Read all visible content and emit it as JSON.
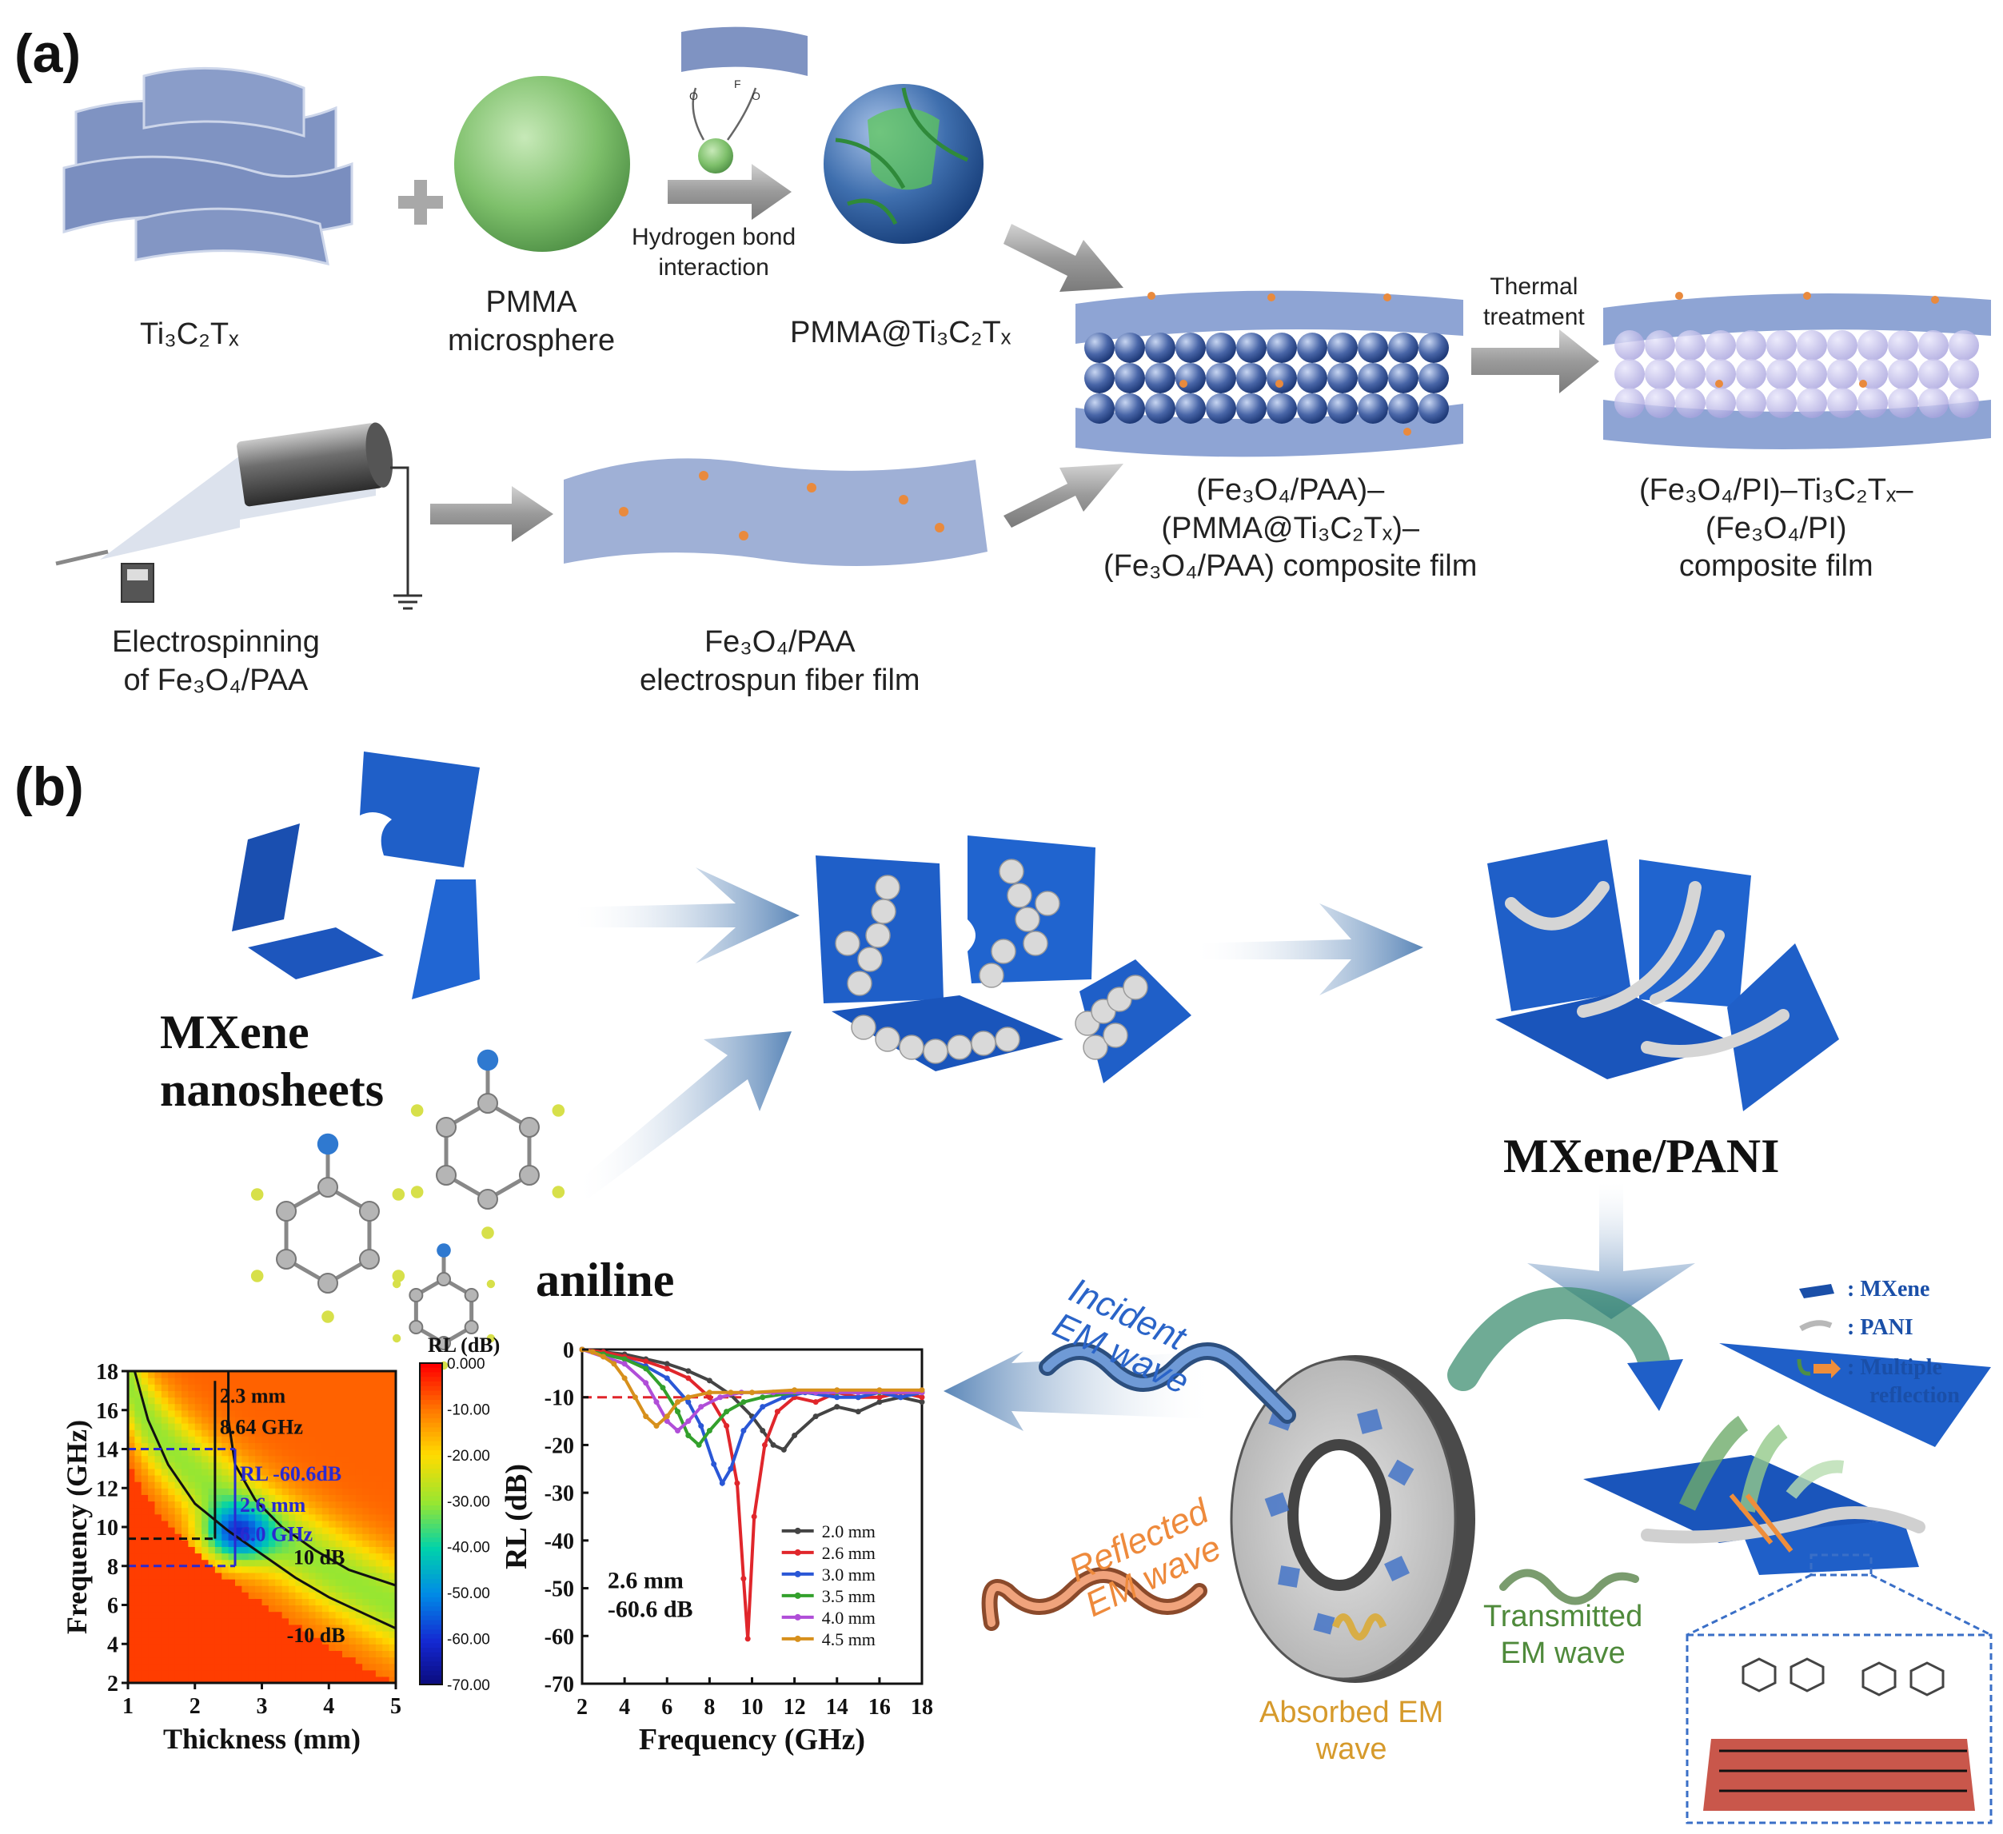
{
  "panel_a": {
    "label": "(a)",
    "ti3c2tx": "Ti₃C₂Tₓ",
    "pmma_line1": "PMMA",
    "pmma_line2": "microsphere",
    "hbond_line1": "Hydrogen bond",
    "hbond_line2": "interaction",
    "pmma_at": "PMMA@Ti₃C₂Tₓ",
    "thermal_line1": "Thermal",
    "thermal_line2": "treatment",
    "comp1_line1": "(Fe₃O₄/PAA)–",
    "comp1_line2": "(PMMA@Ti₃C₂Tₓ)–",
    "comp1_line3": "(Fe₃O₄/PAA) composite film",
    "comp2_line1": "(Fe₃O₄/PI)–Ti₃C₂Tₓ–",
    "comp2_line2": "(Fe₃O₄/PI)",
    "comp2_line3": "composite film",
    "espin_line1": "Electrospinning",
    "espin_line2": "of Fe₃O₄/PAA",
    "fiber_line1": "Fe₃O₄/PAA",
    "fiber_line2": "electrospun fiber film"
  },
  "panel_b": {
    "label": "(b)",
    "mxene_line1": "MXene",
    "mxene_line2": "nanosheets",
    "aniline": "aniline",
    "mxene_pani": "MXene/PANI",
    "incident_line1": "Incident",
    "incident_line2": "EM wave",
    "reflected_line1": "Reflected",
    "reflected_line2": "EM wave",
    "transmitted_line1": "Transmitted",
    "transmitted_line2": "EM wave",
    "absorbed_line1": "Absorbed EM",
    "absorbed_line2": "wave",
    "legend_mxene": ": MXene",
    "legend_pani": ": PANI",
    "legend_multi1": ": Multiple",
    "legend_multi2": "reflection"
  },
  "chart_data": [
    {
      "type": "heatmap",
      "xlabel": "Thickness (mm)",
      "ylabel": "Frequency (GHz)",
      "xlim": [
        1,
        5
      ],
      "ylim": [
        2,
        18
      ],
      "xticks": [
        "1",
        "2",
        "3",
        "4",
        "5"
      ],
      "yticks": [
        "2",
        "4",
        "6",
        "8",
        "10",
        "12",
        "14",
        "16",
        "18"
      ],
      "colorbar_title": "RL (dB)",
      "colorbar_ticks": [
        "0.000",
        "-10.00",
        "-20.00",
        "-30.00",
        "-40.00",
        "-50.00",
        "-60.00",
        "-70.00"
      ],
      "annotations": [
        {
          "text": "2.3 mm",
          "x": 2.3,
          "y": 16.8
        },
        {
          "text": "8.64 GHz",
          "x": 2.3,
          "y": 15.2
        },
        {
          "text": "RL -60.6dB",
          "x": 2.6,
          "y": 12.8
        },
        {
          "text": "2.6 mm",
          "x": 2.6,
          "y": 11.2
        },
        {
          "text": "6.0 GHz",
          "x": 2.6,
          "y": 9.7
        },
        {
          "text": "10 dB",
          "x": 3.4,
          "y": 8.5
        },
        {
          "text": "-10 dB",
          "x": 3.3,
          "y": 4.5
        }
      ],
      "hotspot": {
        "thickness": 2.6,
        "frequency": 9.6,
        "rl": -60.6
      },
      "contour_minus10": [
        [
          1.1,
          18
        ],
        [
          1.3,
          15.5
        ],
        [
          1.6,
          13.2
        ],
        [
          2.0,
          11.2
        ],
        [
          2.5,
          9.8
        ],
        [
          3.0,
          8.6
        ],
        [
          3.5,
          7.4
        ],
        [
          4.0,
          6.4
        ],
        [
          4.5,
          5.6
        ],
        [
          5.0,
          4.8
        ]
      ],
      "contour_inner": [
        [
          2.5,
          18
        ],
        [
          2.5,
          15.5
        ],
        [
          2.6,
          13.2
        ],
        [
          2.9,
          11.4
        ],
        [
          3.3,
          10.0
        ],
        [
          3.8,
          8.8
        ],
        [
          4.3,
          7.8
        ],
        [
          5.0,
          7.0
        ]
      ]
    },
    {
      "type": "line",
      "xlabel": "Frequency (GHz)",
      "ylabel": "RL (dB)",
      "xlim": [
        2,
        18
      ],
      "ylim": [
        -70,
        0
      ],
      "xticks": [
        "2",
        "4",
        "6",
        "8",
        "10",
        "12",
        "14",
        "16",
        "18"
      ],
      "yticks": [
        "0",
        "-10",
        "-20",
        "-30",
        "-40",
        "-50",
        "-60",
        "-70"
      ],
      "reference_line": -10,
      "annotation_line1": "2.6 mm",
      "annotation_line2": "-60.6 dB",
      "series": [
        {
          "name": "2.0 mm",
          "color": "#444444",
          "x": [
            2,
            3,
            4,
            5,
            6,
            7,
            8,
            9,
            10,
            10.5,
            11,
            11.5,
            12,
            13,
            14,
            15,
            16,
            17,
            18
          ],
          "y": [
            0,
            -0.5,
            -1,
            -2,
            -3,
            -4.5,
            -6.5,
            -9.5,
            -14,
            -17,
            -20,
            -21,
            -18,
            -14,
            -12,
            -13,
            -11,
            -10,
            -11
          ]
        },
        {
          "name": "2.6 mm",
          "color": "#e0262b",
          "x": [
            2,
            3,
            4,
            5,
            6,
            7,
            8,
            8.8,
            9.3,
            9.6,
            9.8,
            10.1,
            10.6,
            11.2,
            12,
            13,
            14,
            15,
            16,
            17,
            18
          ],
          "y": [
            0,
            -0.5,
            -1.5,
            -2.5,
            -4,
            -6,
            -10,
            -16,
            -28,
            -48,
            -60.6,
            -35,
            -20,
            -13,
            -10,
            -11,
            -9,
            -10,
            -10,
            -9,
            -10
          ]
        },
        {
          "name": "3.0 mm",
          "color": "#2a57d6",
          "x": [
            2,
            3,
            4,
            5,
            6,
            7,
            7.6,
            8.2,
            8.6,
            9,
            9.6,
            10.5,
            11.5,
            12.5,
            14,
            15,
            16,
            17,
            18
          ],
          "y": [
            0,
            -1,
            -2,
            -3.5,
            -6,
            -11,
            -16,
            -24,
            -28,
            -25,
            -17,
            -12,
            -10,
            -9,
            -10,
            -10,
            -9,
            -10,
            -9
          ]
        },
        {
          "name": "3.5 mm",
          "color": "#33a02c",
          "x": [
            2,
            3,
            4,
            5,
            5.8,
            6.5,
            7,
            7.5,
            8,
            8.8,
            9.6,
            10.5,
            12,
            14,
            16,
            18
          ],
          "y": [
            0,
            -1,
            -2,
            -4,
            -8,
            -13,
            -18,
            -20,
            -17,
            -13,
            -11,
            -10,
            -9,
            -9,
            -9,
            -9
          ]
        },
        {
          "name": "4.0 mm",
          "color": "#b04ed8",
          "x": [
            2,
            3,
            4,
            5,
            5.5,
            6,
            6.5,
            7,
            7.6,
            8.5,
            9.5,
            11,
            13,
            15,
            18
          ],
          "y": [
            0,
            -1.5,
            -3,
            -7,
            -11,
            -15,
            -17,
            -15,
            -12,
            -10,
            -9,
            -9,
            -9,
            -9,
            -9
          ]
        },
        {
          "name": "4.5 mm",
          "color": "#d7901c",
          "x": [
            2,
            2.5,
            3,
            3.5,
            4,
            4.5,
            5,
            5.5,
            6,
            6.5,
            7,
            8,
            9,
            10,
            12,
            14,
            16,
            18
          ],
          "y": [
            0,
            -0.5,
            -1.5,
            -3,
            -6,
            -10,
            -14,
            -16,
            -14,
            -11,
            -10,
            -9,
            -9,
            -9,
            -8.5,
            -8.5,
            -8.5,
            -8.5
          ]
        }
      ]
    }
  ],
  "colors": {
    "mxene_blue": "#1f5fc8",
    "sheet_grey_blue": "#7f93c2",
    "pmma_green": "#7ec06b",
    "arrow_grey": "#9a9a9a",
    "legend_blue": "#1a4fa8"
  }
}
